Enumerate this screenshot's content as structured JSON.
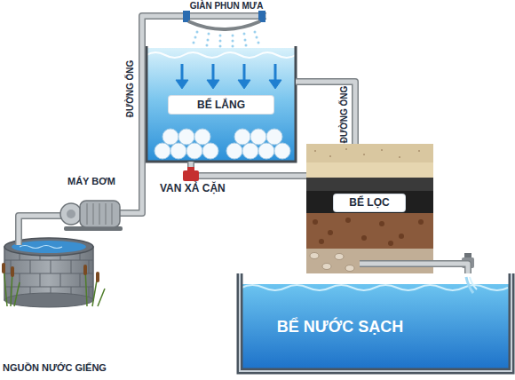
{
  "diagram": {
    "nodes": [
      {
        "text": [
          "NGUỒN NƯỚC GIẾNG"
        ]
      },
      {
        "text": [
          "MÁY BƠM"
        ]
      },
      {
        "text": [
          "GIÀN PHUN MƯA"
        ]
      },
      {
        "text": [
          "BỂ LẮNG"
        ]
      },
      {
        "text": [
          "VAN XẢ CẶN"
        ]
      },
      {
        "text": [
          "BỂ LỌC"
        ]
      },
      {
        "text": [
          "BỂ NƯỚC SẠCH"
        ]
      }
    ],
    "edges": [
      {
        "from": 0,
        "to": 1,
        "arrow": "none"
      },
      {
        "from": 1,
        "to": 2,
        "label": "ĐƯỜNG ỐNG",
        "arrow": "none"
      },
      {
        "from": 3,
        "to": 4,
        "arrow": "none"
      },
      {
        "from": 3,
        "to": 5,
        "label": "ĐƯỜNG ỐNG",
        "arrow": "none"
      },
      {
        "from": 4,
        "to": 5,
        "arrow": "none"
      },
      {
        "from": 5,
        "to": 6,
        "arrow": "none"
      }
    ]
  }
}
